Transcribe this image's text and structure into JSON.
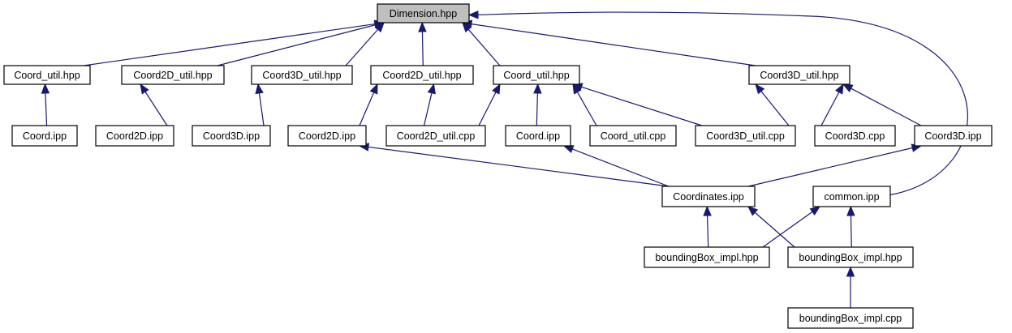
{
  "colors": {
    "edge": "#191970",
    "root_fill": "#bfbfbf",
    "node_fill": "#ffffff",
    "node_stroke": "#000000"
  },
  "nodes": {
    "dimension_hpp": "Dimension.hpp",
    "coord_util_hpp_a": "Coord_util.hpp",
    "coord2d_util_hpp_a": "Coord2D_util.hpp",
    "coord3d_util_hpp_a": "Coord3D_util.hpp",
    "coord2d_util_hpp_b": "Coord2D_util.hpp",
    "coord_util_hpp_b": "Coord_util.hpp",
    "coord3d_util_hpp_b": "Coord3D_util.hpp",
    "coord_ipp_a": "Coord.ipp",
    "coord2d_ipp_a": "Coord2D.ipp",
    "coord3d_ipp_a": "Coord3D.ipp",
    "coord2d_ipp_b": "Coord2D.ipp",
    "coord2d_util_cpp": "Coord2D_util.cpp",
    "coord_ipp_b": "Coord.ipp",
    "coord_util_cpp": "Coord_util.cpp",
    "coord3d_util_cpp": "Coord3D_util.cpp",
    "coord3d_cpp": "Coord3D.cpp",
    "coord3d_ipp_b": "Coord3D.ipp",
    "coordinates_ipp": "Coordinates.ipp",
    "common_ipp": "common.ipp",
    "bounding_box_impl_hpp_a": "boundingBox_impl.hpp",
    "bounding_box_impl_hpp_b": "boundingBox_impl.hpp",
    "bounding_box_impl_cpp": "boundingBox_impl.cpp"
  }
}
